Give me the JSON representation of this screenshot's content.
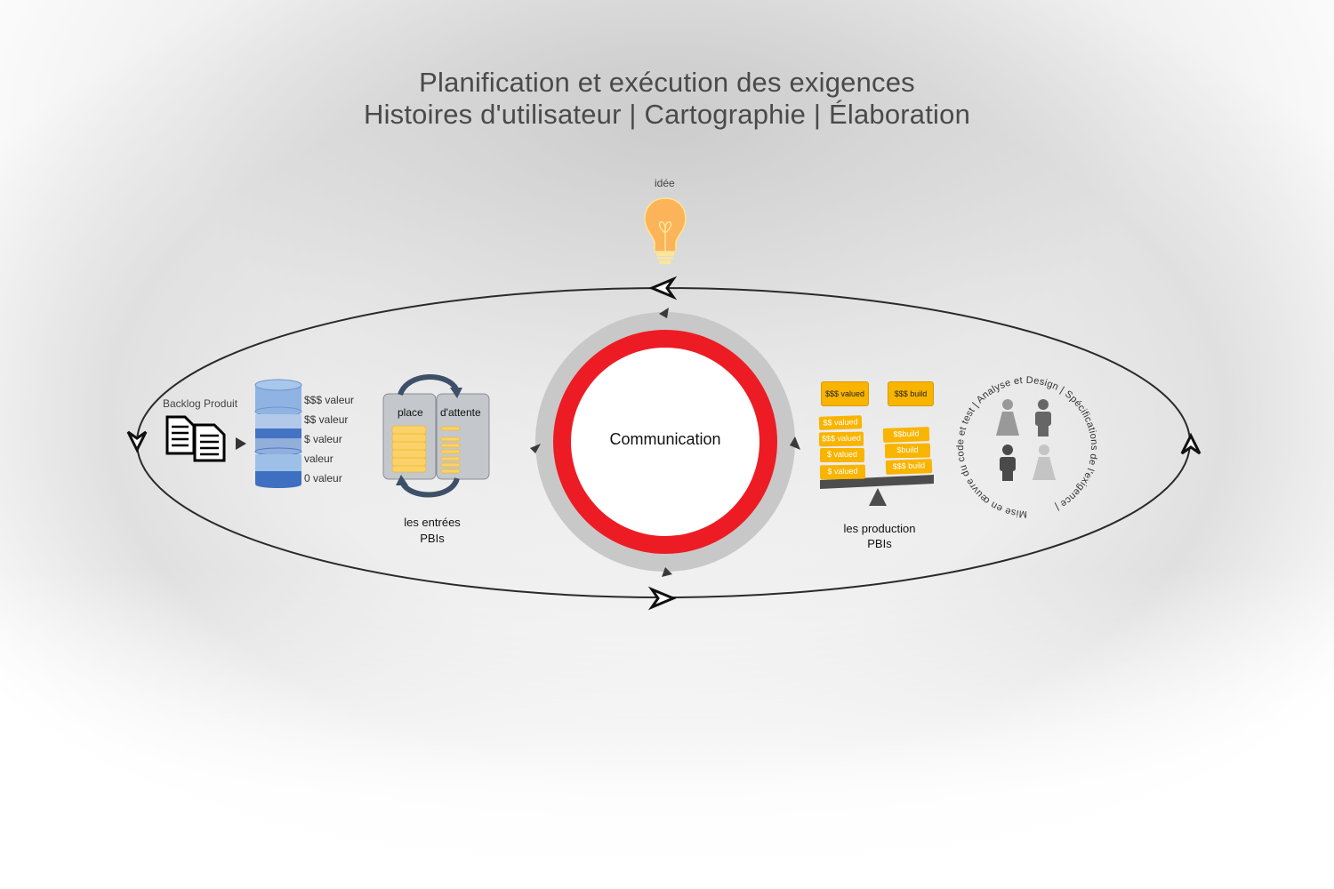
{
  "header": {
    "title_line1": "Planification et exécution des exigences",
    "title_line2": "Histoires d'utilisateur | Cartographie | Élaboration"
  },
  "idea": {
    "label": "idée",
    "icon": "lightbulb-icon"
  },
  "backlog": {
    "label": "Backlog Produit",
    "icon": "documents-icon",
    "levels": [
      "$$$ valeur",
      "$$ valeur",
      "$ valeur",
      "valeur",
      "0 valeur"
    ]
  },
  "queue": {
    "left_label": "place",
    "right_label": "d'attente",
    "caption_line1": "les entrées",
    "caption_line2": "PBIs"
  },
  "center": {
    "label": "Communication",
    "ring_color": "#ed1c24",
    "outer_ring_color": "#c8c8c8"
  },
  "production": {
    "top_left": "$$$ valued",
    "top_right": "$$$ build",
    "left_stack": [
      "$$ valued",
      "$$$ valued",
      "$ valued",
      "$ valued"
    ],
    "right_stack": [
      "$$build",
      "$build",
      "$$$ build"
    ],
    "caption_line1": "les production",
    "caption_line2": "PBIs",
    "accent_color": "#f9b400"
  },
  "team": {
    "circular_text": "Mise en œuvre du code et test | Analyse et Design | Spécifications de l'exigence |",
    "icon": "team-people-icon"
  }
}
